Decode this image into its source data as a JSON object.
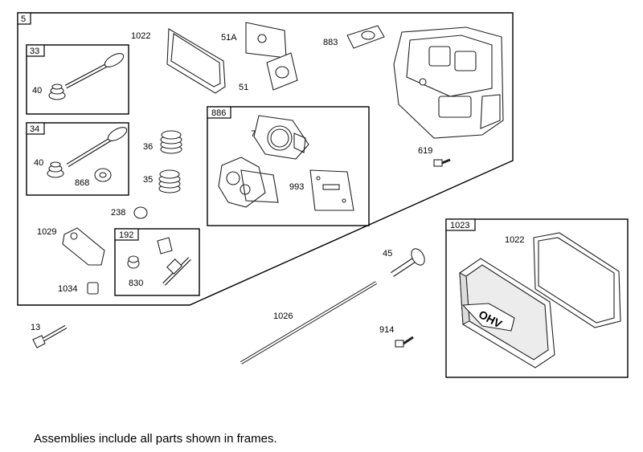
{
  "frames": {
    "assembly_5": "5",
    "assembly_33": "33",
    "assembly_34": "34",
    "assembly_886": "886",
    "assembly_192": "192",
    "assembly_1023": "1023"
  },
  "callouts": {
    "c1022_top": "1022",
    "c51A": "51A",
    "c51": "51",
    "c883": "883",
    "c40_a": "40",
    "c40_b": "40",
    "c868": "868",
    "c36": "36",
    "c35": "35",
    "c7": "7",
    "c993": "993",
    "c619": "619",
    "c238": "238",
    "c1029": "1029",
    "c1034": "1034",
    "c830": "830",
    "c45": "45",
    "c13": "13",
    "c1026": "1026",
    "c914": "914",
    "c1022_cover": "1022"
  },
  "cover_logo": "OHV",
  "footnote": "Assemblies include all parts shown in frames."
}
